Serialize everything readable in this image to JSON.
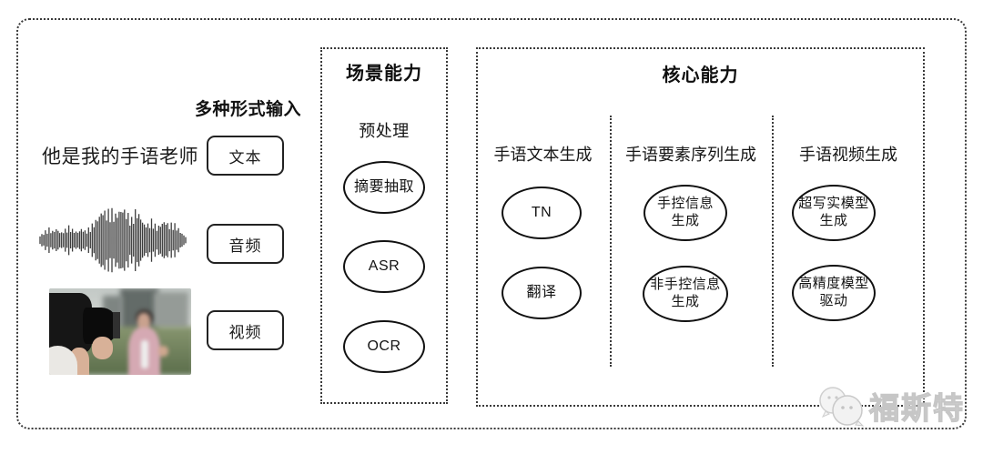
{
  "colors": {
    "line": "#3a3a3a",
    "node_stroke": "#101010",
    "text": "#141414",
    "watermark": "#c6c6c6"
  },
  "input_section": {
    "label": "多种形式输入",
    "sample_text": "他是我的手语老师",
    "waveform_icon": "audio-waveform",
    "photo_icon": "camera-filming-reporter-photo",
    "buttons": [
      {
        "label": "文本"
      },
      {
        "label": "音频"
      },
      {
        "label": "视频"
      }
    ]
  },
  "scene_box": {
    "title": "场景能力",
    "subtitle": "预处理",
    "nodes": [
      "摘要抽取",
      "ASR",
      "OCR"
    ]
  },
  "core_box": {
    "title": "核心能力",
    "columns": [
      {
        "header": "手语文本生成",
        "nodes": [
          {
            "lines": [
              "TN"
            ]
          },
          {
            "lines": [
              "翻译"
            ]
          }
        ]
      },
      {
        "header": "手语要素序列生成",
        "nodes": [
          {
            "lines": [
              "手控信息",
              "生成"
            ]
          },
          {
            "lines": [
              "非手控信息",
              "生成"
            ]
          }
        ]
      },
      {
        "header": "手语视频生成",
        "nodes": [
          {
            "lines": [
              "超写实模型",
              "生成"
            ]
          },
          {
            "lines": [
              "高精度模型",
              "驱动"
            ]
          }
        ]
      }
    ]
  },
  "watermark": {
    "text": "福斯特",
    "logo_icon": "chat-bubbles-logo"
  }
}
